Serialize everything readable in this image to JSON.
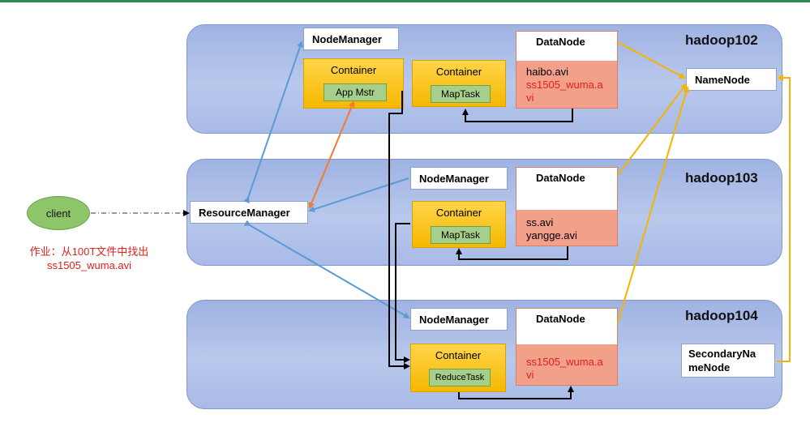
{
  "hosts": [
    {
      "name": "hadoop102"
    },
    {
      "name": "hadoop103"
    },
    {
      "name": "hadoop104"
    }
  ],
  "labels": {
    "node_manager": "NodeManager",
    "data_node": "DataNode",
    "container": "Container",
    "app_master": "App Mstr",
    "map_task": "MapTask",
    "reduce_task": "ReduceTask",
    "name_node": "NameNode",
    "secondary_name_node_line1": "SecondaryNa",
    "secondary_name_node_line2": "meNode",
    "resource_manager": "ResourceManager",
    "client": "client"
  },
  "files": {
    "hadoop102": [
      "haibo.avi",
      "ss1505_wuma.a",
      "vi"
    ],
    "hadoop103": [
      "ss.avi",
      "yangge.avi"
    ],
    "hadoop104": [
      "ss1505_wuma.a",
      "vi"
    ]
  },
  "note": {
    "line1": "作业：从100T文件中找出",
    "line2": "ss1505_wuma.avi"
  },
  "colors": {
    "host_fill": "#b9c8ec",
    "container": "#f6b800",
    "task": "#a6d08a",
    "datanode_files": "#f3a08b",
    "client": "#8ec56a",
    "highlight_text": "#e0201a",
    "arrow_blue": "#5b9bd5",
    "arrow_orange": "#ed7d31",
    "arrow_yellow": "#f4b400",
    "arrow_black": "#000000"
  }
}
